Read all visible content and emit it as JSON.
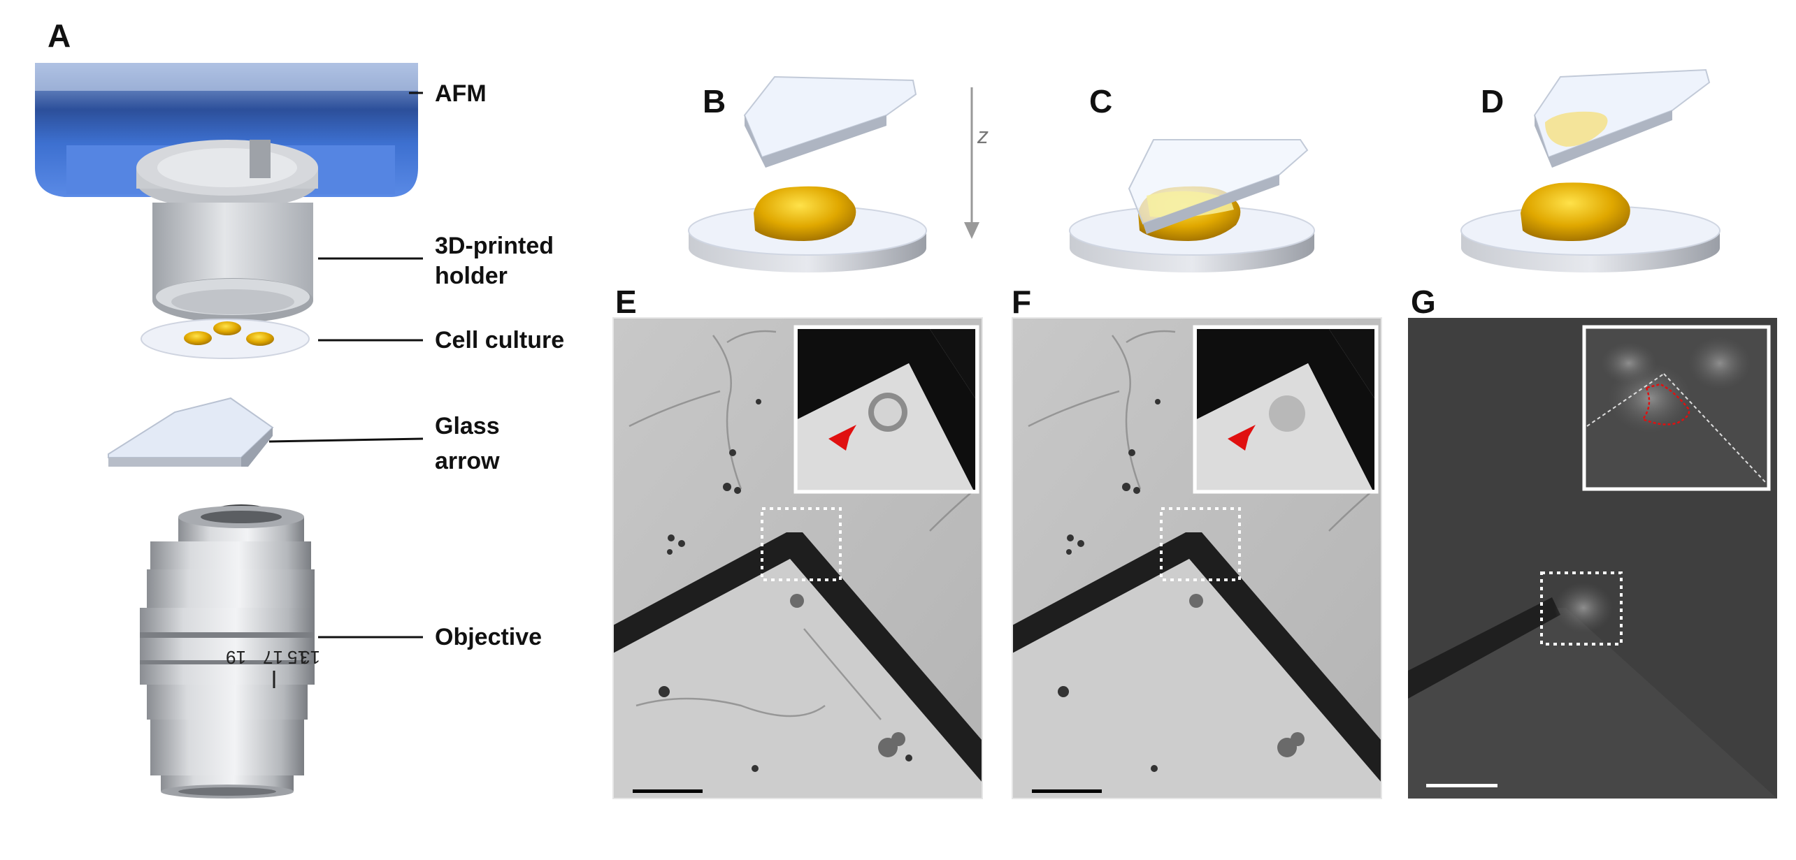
{
  "panels": {
    "A": "A",
    "B": "B",
    "C": "C",
    "D": "D",
    "E": "E",
    "F": "F",
    "G": "G"
  },
  "components": {
    "afm": "AFM",
    "holder_line1": "3D-printed",
    "holder_line2": "holder",
    "culture": "Cell culture",
    "arrow_line1": "Glass",
    "arrow_line2": "arrow",
    "objective": "Objective"
  },
  "axis_label": "z",
  "objective_scale": [
    "19",
    "17",
    "15",
    "13"
  ],
  "colors": {
    "afm_blue": "#3a72d8",
    "cell_gold": "#d8a400",
    "glass": "#e9f1fb",
    "arrowhead_red": "#e01010",
    "outline_red": "#e01010"
  }
}
